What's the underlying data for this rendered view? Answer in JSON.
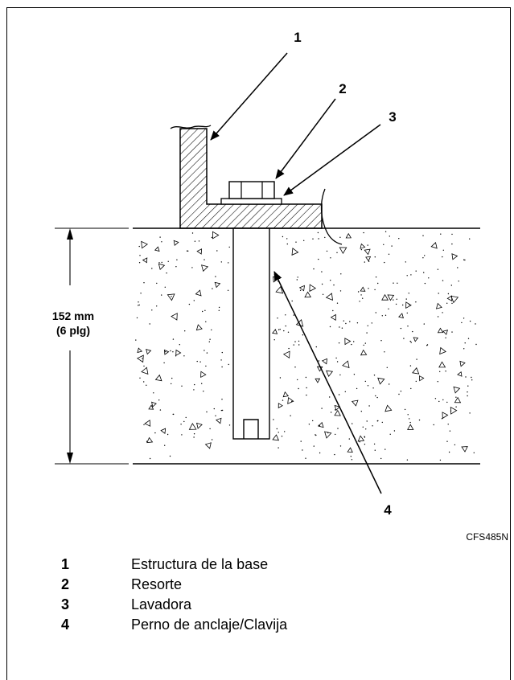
{
  "callouts": {
    "c1": "1",
    "c2": "2",
    "c3": "3",
    "c4": "4"
  },
  "dimension": {
    "line1": "152 mm",
    "line2": "(6 plg)"
  },
  "figure_code": "CFS485N",
  "legend": [
    {
      "num": "1",
      "text": "Estructura de la base"
    },
    {
      "num": "2",
      "text": "Resorte"
    },
    {
      "num": "3",
      "text": "Lavadora"
    },
    {
      "num": "4",
      "text": "Perno de anclaje/Clavija"
    }
  ]
}
